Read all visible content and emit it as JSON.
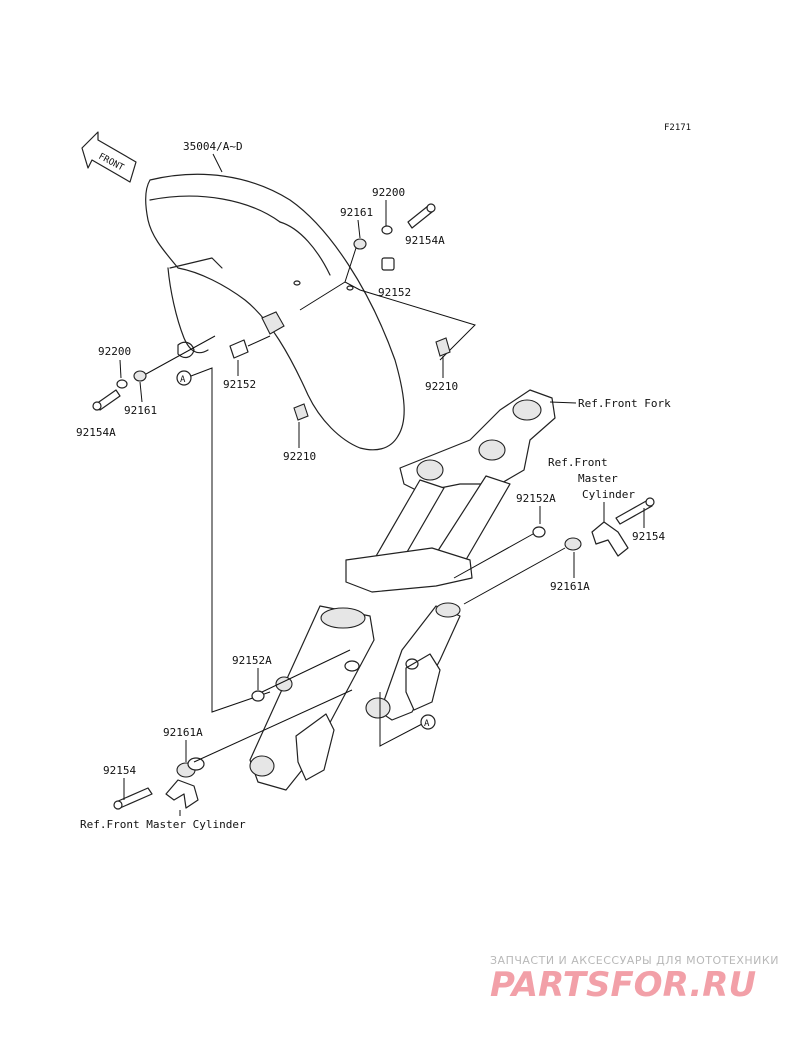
{
  "diagram": {
    "code": "F2171",
    "front_arrow": "FRONT",
    "labels": {
      "fender": "35004/A~D",
      "washer_top": "92200",
      "nut_top": "92161",
      "bolt_top": "92154A",
      "collar_top": "92152",
      "clip_right": "92210",
      "washer_left": "92200",
      "bolt_left": "92154A",
      "nut_left": "92161",
      "collar_left": "92152",
      "clip_lower": "92210",
      "ref_fork": "Ref.Front Fork",
      "ref_mc_r1": "Ref.Front",
      "ref_mc_r2": "Master",
      "ref_mc_r3": "Cylinder",
      "collar_r": "92152A",
      "bolt_r": "92154",
      "nut_r": "92161A",
      "collar_l2": "92152A",
      "nut_l2": "92161A",
      "bolt_l2": "92154",
      "ref_mc_bottom": "Ref.Front Master Cylinder",
      "mark_a1": "A",
      "mark_a2": "A"
    }
  },
  "watermark": {
    "line1": "ЗАПЧАСТИ И АКСЕССУАРЫ ДЛЯ МОТОТЕХНИКИ",
    "line2": "PARTSFOR.RU"
  }
}
